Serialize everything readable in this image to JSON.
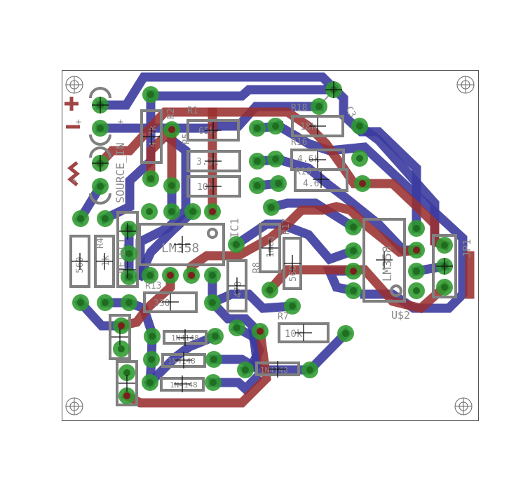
{
  "board": {
    "title": "PCB layout",
    "layers": {
      "top_color": "#9a3030",
      "bottom_color": "#3b3ba0",
      "pad_color": "#2e9a2e",
      "silk_color": "#808080"
    }
  },
  "labels": {
    "r1": "R1",
    "r1_val": "65k",
    "r5": "R5",
    "r5_val": "3.3k",
    "r3": "R3",
    "r3_val": "10k",
    "r2": "R2",
    "r2_val": "4.7k",
    "r18": "R18",
    "r18_val": "18k",
    "r16": "R16",
    "r16_val": "4.6k",
    "r19": "R19",
    "r19_val": "4.6",
    "c3": "C3",
    "ic1": "IC1",
    "ic1_val": "LM358",
    "us2": "U$2",
    "us2_val": "LM358",
    "jp1": "JP1",
    "r4": "R4",
    "r4_val": "1k",
    "r6_val": "560",
    "r13": "R13",
    "r13_val": "330",
    "r14_val": "470",
    "r8": "R8",
    "r8_val": "1meg",
    "r17": "R17",
    "r17_val": "560",
    "r7": "R7",
    "r7_val": "10k",
    "d1": "1N4148",
    "d2": "1N4148",
    "d3": "1N4148",
    "d4": "1N4148",
    "source_in": "SOURCE_IN",
    "detect": "DETECT",
    "plus1": "+",
    "plus2": "+",
    "plus3": "+"
  }
}
